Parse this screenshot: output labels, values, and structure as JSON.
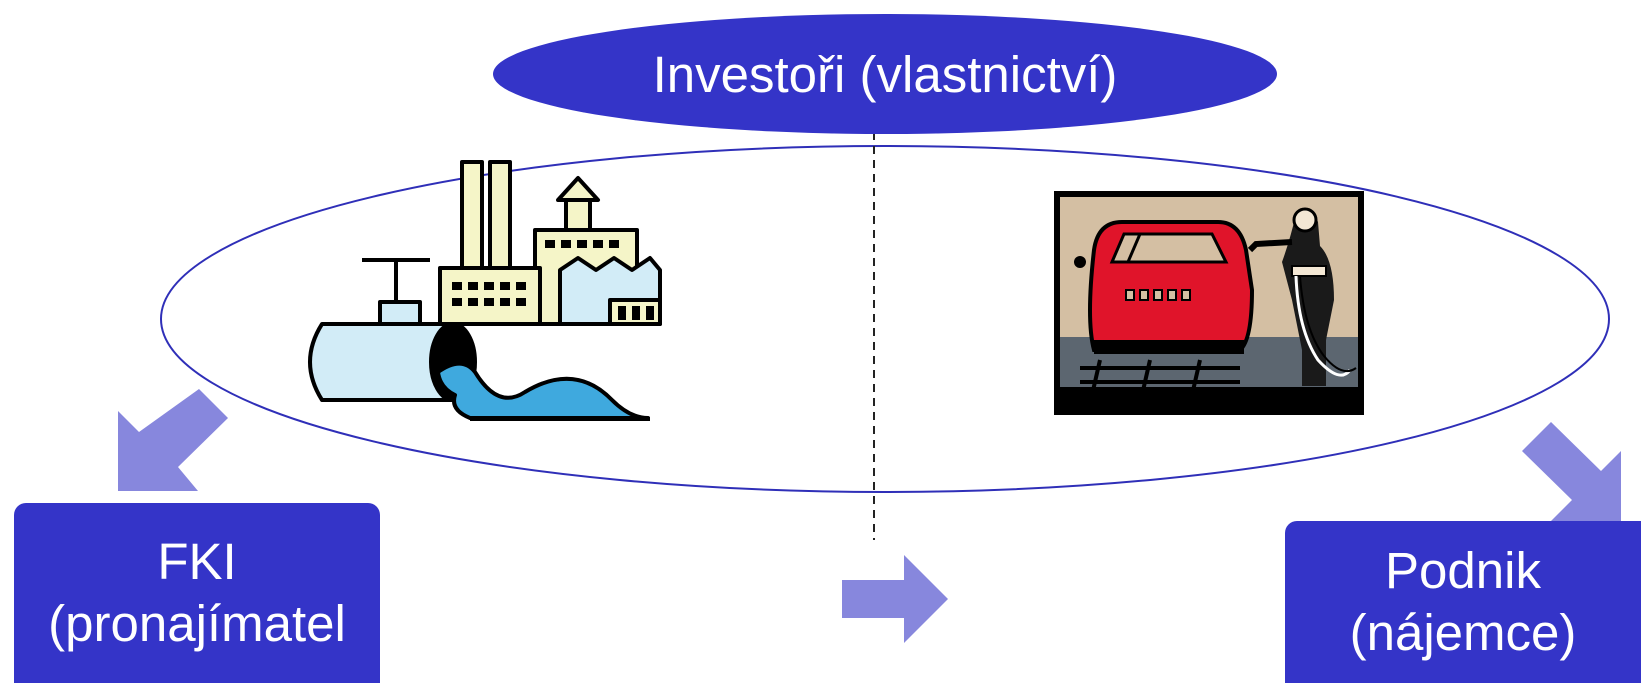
{
  "diagram": {
    "top_oval": {
      "label": "Investoři (vlastnictví)"
    },
    "left_box": {
      "line1": "FKI",
      "line2": "(pronajímatel"
    },
    "right_box": {
      "line1": "Podnik",
      "line2": "(nájemce)"
    },
    "icons": {
      "left": "factory-pipe-icon",
      "right": "car-painting-icon"
    }
  },
  "colors": {
    "box_fill": "#3434c8",
    "arrow_fill": "#8787dd",
    "outline": "#2f2fb8"
  }
}
